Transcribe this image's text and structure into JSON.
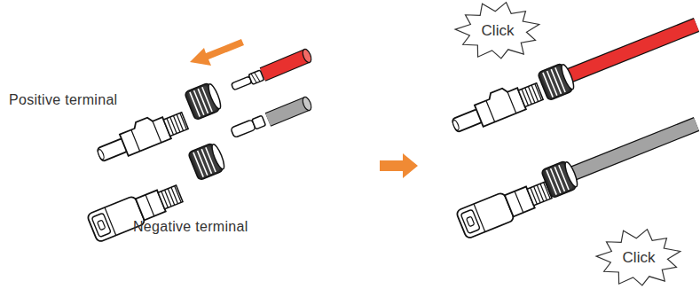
{
  "diagram": {
    "nodes": [
      {
        "text": [
          "Click"
        ]
      },
      {
        "text": [
          "Click"
        ]
      }
    ],
    "labels": [
      "Positive terminal",
      "Negative terminal"
    ]
  }
}
